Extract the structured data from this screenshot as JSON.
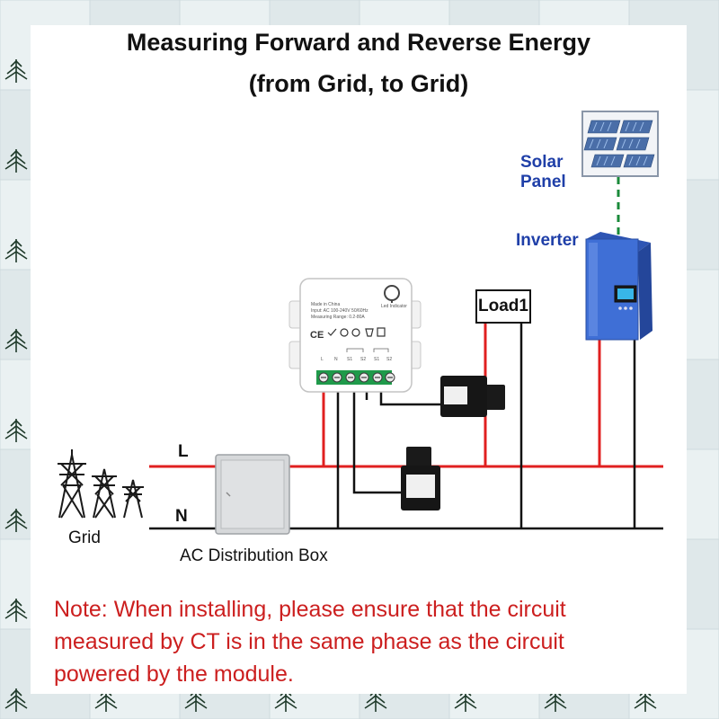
{
  "title": {
    "line1": "Measuring Forward and Reverse Energy",
    "line2": "(from Grid, to Grid)"
  },
  "labels": {
    "solar_panel_line1": "Solar",
    "solar_panel_line2": "Panel",
    "inverter": "Inverter",
    "load": "Load1",
    "line_l": "L",
    "line_n": "N",
    "grid": "Grid",
    "distribution_box": "AC Distribution Box"
  },
  "module": {
    "made_in": "Made in China",
    "input": "Input: AC 100-240V 50/60Hz",
    "range": "Measuring Range: 0.2-80A",
    "led": "Led Indicator",
    "terminals": [
      "L",
      "N",
      "S1",
      "S2",
      "S1",
      "S2"
    ]
  },
  "note": {
    "line1": "Note: When installing, please ensure that the circuit",
    "line2": "measured by CT is in the same phase as the circuit",
    "line3": "powered by the module."
  },
  "colors": {
    "live_wire": "#e02020",
    "neutral_wire": "#111111",
    "solar_link": "#1a8a3a",
    "inverter_body": "#3f6fd6",
    "note_text": "#cc1f1f",
    "label_blue": "#1f3fa8"
  }
}
